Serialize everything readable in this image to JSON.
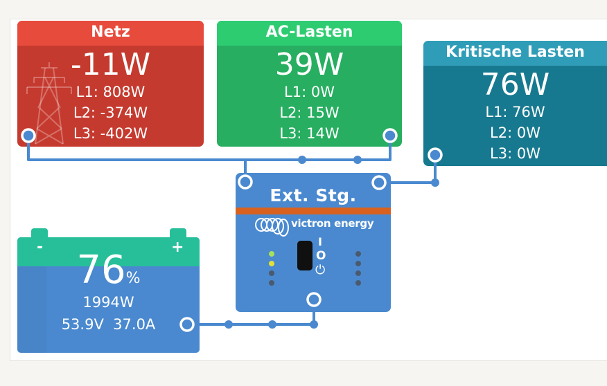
{
  "grid": {
    "title": "Netz",
    "power": "-11W",
    "l1": "L1: 808W",
    "l2": "L2: -374W",
    "l3": "L3: -402W",
    "icon": "power-pylon-icon"
  },
  "ac_loads": {
    "title": "AC-Lasten",
    "power": "39W",
    "l1": "L1: 0W",
    "l2": "L2: 15W",
    "l3": "L3: 14W"
  },
  "critical_loads": {
    "title": "Kritische Lasten",
    "power": "76W",
    "l1": "L1: 76W",
    "l2": "L2: 0W",
    "l3": "L3: 0W"
  },
  "inverter": {
    "title": "Ext. Stg.",
    "brand": "victron energy",
    "power_symbol": "⏻",
    "on_symbol": "I",
    "off_symbol": "O"
  },
  "battery": {
    "soc": "76",
    "soc_unit": "%",
    "power": "1994W",
    "voltage": "53.9V",
    "current": "37.0A",
    "minus": "-",
    "plus": "+"
  },
  "colors": {
    "grid": "#c53a2f",
    "ac_loads": "#27ae60",
    "critical": "#17798f",
    "inverter": "#4a89cf",
    "battery_top": "#27bf9a",
    "wire": "#4a89cf",
    "accent_orange": "#d8611f"
  }
}
